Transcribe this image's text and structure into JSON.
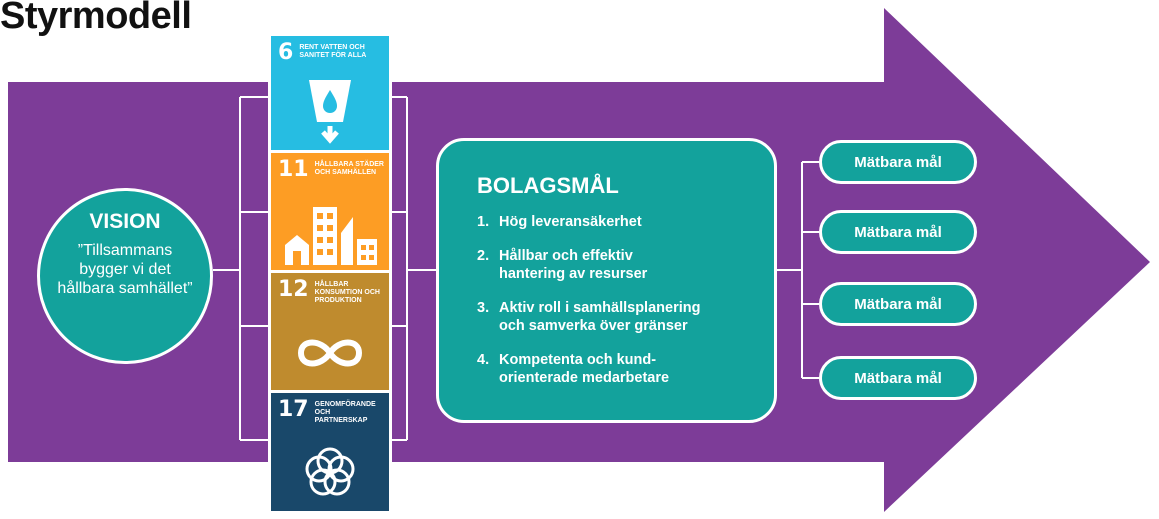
{
  "title": "Styrmodell",
  "vision": {
    "heading": "VISION",
    "text": "”Tillsammans bygger vi det hållbara samhället”"
  },
  "sdgs": [
    {
      "number": "6",
      "label": "RENT VATTEN OCH SANITET FÖR ALLA",
      "color": "#26bde2",
      "icon": "water-glass-icon"
    },
    {
      "number": "11",
      "label": "HÅLLBARA STÄDER OCH SAMHÄLLEN",
      "color": "#fd9d24",
      "icon": "city-buildings-icon"
    },
    {
      "number": "12",
      "label": "HÅLLBAR KONSUMTION OCH PRODUKTION",
      "color": "#bf8b2e",
      "icon": "infinity-loop-icon"
    },
    {
      "number": "17",
      "label": "GENOMFÖRANDE OCH PARTNERSKAP",
      "color": "#19486a",
      "icon": "rings-flower-icon"
    }
  ],
  "company_goals": {
    "heading": "BOLAGSMÅL",
    "items": [
      {
        "num": "1.",
        "text": "Hög leveransäkerhet"
      },
      {
        "num": "2.",
        "text": "Hållbar och effektiv\nhantering av resurser"
      },
      {
        "num": "3.",
        "text": "Aktiv roll i samhällsplanering\noch samverka över gränser"
      },
      {
        "num": "4.",
        "text": "Kompetenta och kund-\norienterade medarbetare"
      }
    ]
  },
  "measurable_goals": [
    "Mätbara mål",
    "Mätbara mål",
    "Mätbara mål",
    "Mätbara mål"
  ],
  "colors": {
    "arrow": "#7d3c98",
    "teal": "#13a29c",
    "line": "#ffffff"
  }
}
